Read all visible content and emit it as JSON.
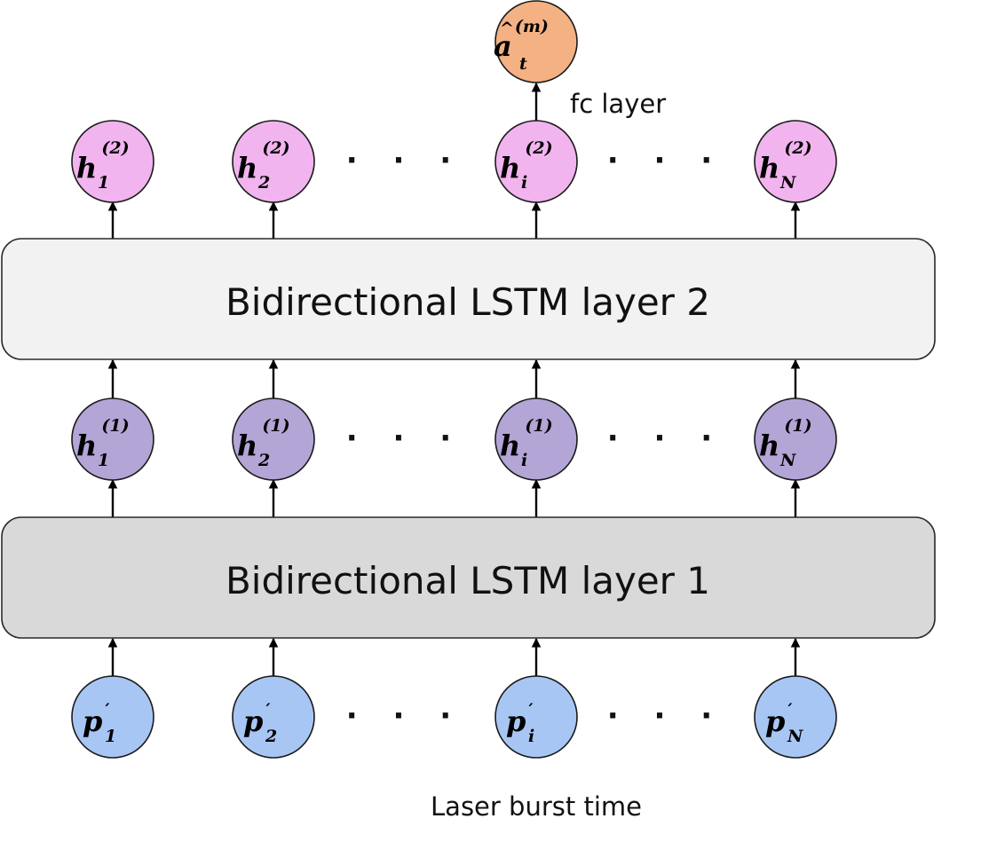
{
  "colors": {
    "input_node": "#a8c6f4",
    "hidden1_node": "#b3a5d6",
    "hidden2_node": "#f1b4ee",
    "output_node": "#f4b183",
    "layer1_fill": "#d9d9d9",
    "layer2_fill": "#f2f2f2"
  },
  "layers": {
    "layer1": {
      "label": "Bidirectional LSTM layer 1"
    },
    "layer2": {
      "label": "Bidirectional LSTM layer 2"
    }
  },
  "annotations": {
    "fc_label": "fc layer",
    "time_label": "Laser burst time",
    "ellipsis": "· · ·"
  },
  "output_node": {
    "base": "a",
    "hat": "^",
    "sub": "t",
    "sup": "(m)"
  },
  "rows": {
    "hidden2": {
      "nodes": [
        {
          "base": "h",
          "sub": "1",
          "sup": "(2)"
        },
        {
          "base": "h",
          "sub": "2",
          "sup": "(2)"
        },
        {
          "base": "h",
          "sub": "i",
          "sup": "(2)"
        },
        {
          "base": "h",
          "sub": "N",
          "sup": "(2)"
        }
      ]
    },
    "hidden1": {
      "nodes": [
        {
          "base": "h",
          "sub": "1",
          "sup": "(1)"
        },
        {
          "base": "h",
          "sub": "2",
          "sup": "(1)"
        },
        {
          "base": "h",
          "sub": "i",
          "sup": "(1)"
        },
        {
          "base": "h",
          "sub": "N",
          "sup": "(1)"
        }
      ]
    },
    "input": {
      "nodes": [
        {
          "base": "p",
          "sub": "1",
          "sup": "′"
        },
        {
          "base": "p",
          "sub": "2",
          "sup": "′"
        },
        {
          "base": "p",
          "sub": "i",
          "sup": "′"
        },
        {
          "base": "p",
          "sub": "N",
          "sup": "′"
        }
      ]
    }
  }
}
